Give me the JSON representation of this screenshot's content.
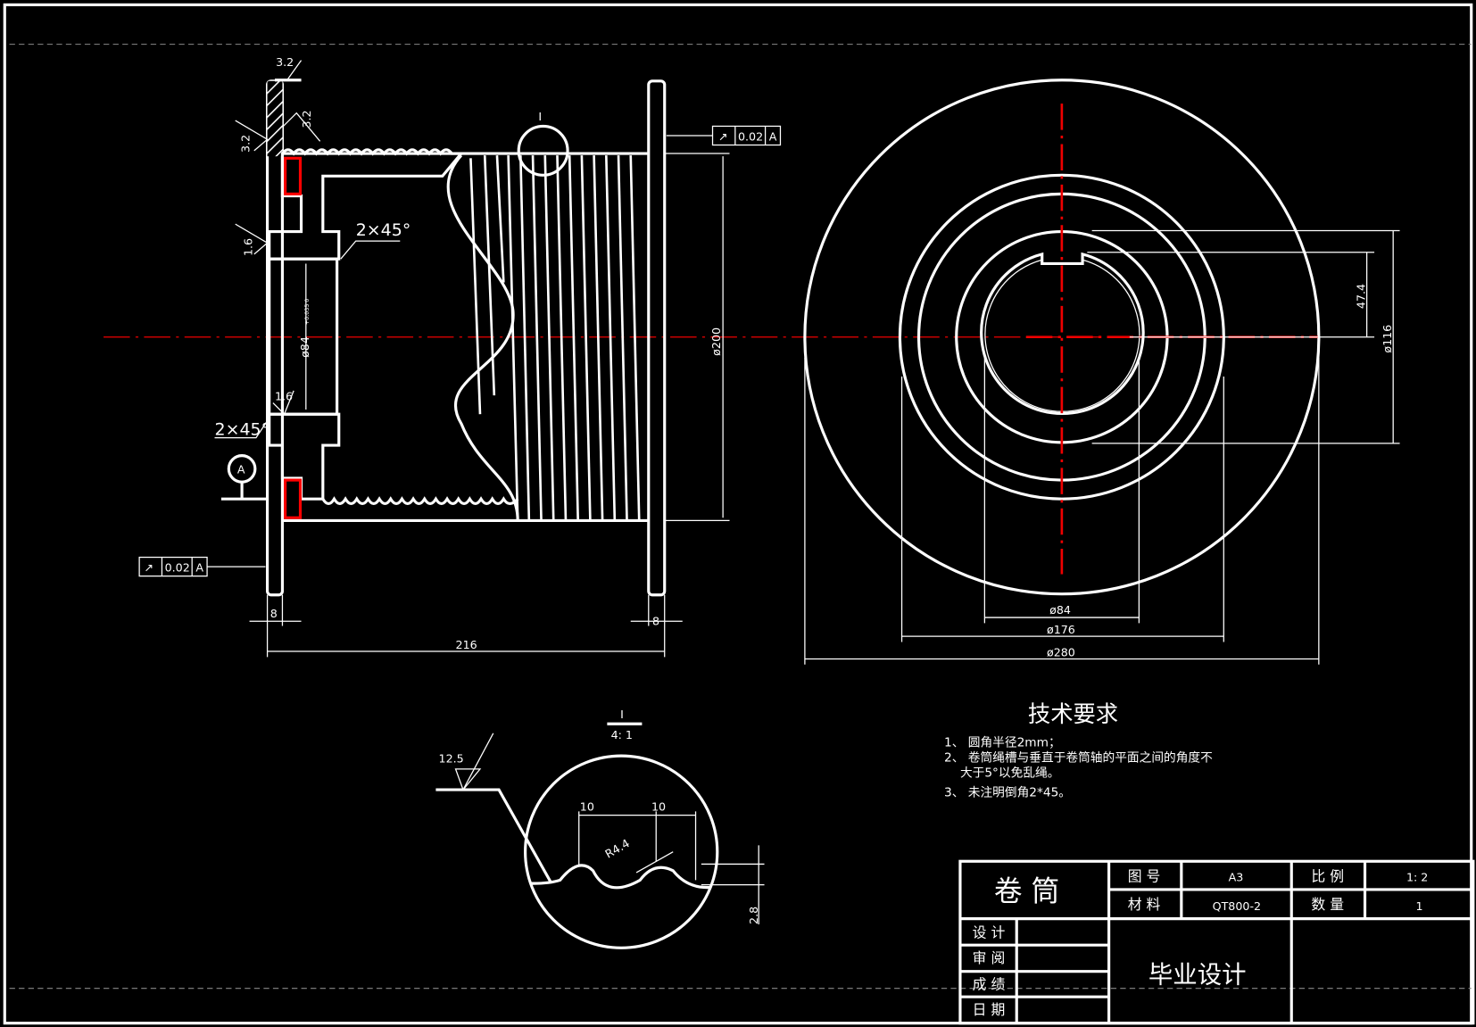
{
  "drawing": {
    "left_view": {
      "roughness_flange_top": "3.2",
      "roughness_flange_inner": "3.2",
      "roughness_flange_outer": "3.2",
      "roughness_bore_top": "1.6",
      "roughness_bore_bottom": "1.6",
      "chamfer_top": "2×45°",
      "chamfer_bottom": "2×45°",
      "bore_diameter": "ø84",
      "bore_tolerance": "+0.035 0",
      "drum_diameter": "ø200",
      "runout_top": {
        "symbol": "↗",
        "value": "0.02",
        "datum": "A"
      },
      "runout_bottom": {
        "symbol": "↗",
        "value": "0.02",
        "datum": "A"
      },
      "datum_label": "A",
      "flange_width_left": "8",
      "flange_width_right": "8",
      "overall_length": "216",
      "detail_marker": "I"
    },
    "right_view": {
      "dia_84": "ø84",
      "dia_176": "ø176",
      "dia_280": "ø280",
      "keyway_depth": "47.4",
      "dia_116": "ø116"
    },
    "detail_view": {
      "label": "I",
      "scale": "4: 1",
      "roughness": "12.5",
      "pitch_left": "10",
      "pitch_right": "10",
      "groove_radius": "R4.4",
      "groove_depth": "2.8"
    }
  },
  "tech_requirements": {
    "title": "技术要求",
    "items": [
      "1、 圆角半径2mm；",
      "2、 卷筒绳槽与垂直于卷筒轴的平面之间的角度不",
      "大于5°以免乱绳。",
      "3、 未注明倒角2*45。"
    ]
  },
  "title_block": {
    "part_name": "卷  筒",
    "drawing_no_label": "图 号",
    "drawing_no": "A3",
    "scale_label": "比 例",
    "scale": "1: 2",
    "material_label": "材 料",
    "material": "QT800-2",
    "quantity_label": "数 量",
    "quantity": "1",
    "design_label": "设 计",
    "review_label": "审 阅",
    "grade_label": "成 绩",
    "date_label": "日 期",
    "project": "毕业设计"
  }
}
